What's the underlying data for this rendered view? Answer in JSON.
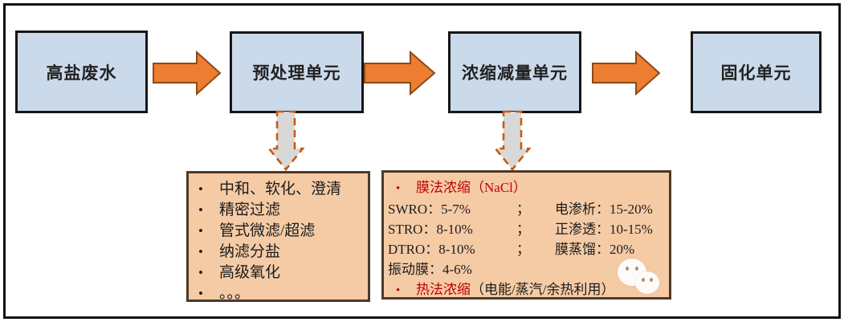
{
  "flow": {
    "boxes": [
      {
        "label": "高盐废水"
      },
      {
        "label": "预处理单元"
      },
      {
        "label": "浓缩减量单元"
      },
      {
        "label": "固化单元"
      }
    ]
  },
  "pretreatment_panel": {
    "bullet": "•",
    "items": [
      "中和、软化、澄清",
      "精密过滤",
      "管式微滤/超滤",
      "纳滤分盐",
      "高级氧化",
      "。。。"
    ]
  },
  "concentration_panel": {
    "bullet": "•",
    "membrane_title": "膜法浓缩（NaCl）",
    "rows": [
      {
        "left": "SWRO：5-7%",
        "sep": "；",
        "right": "电渗析：15-20%"
      },
      {
        "left": "STRO：8-10%",
        "sep": "；",
        "right": "正渗透：10-15%"
      },
      {
        "left": "DTRO：8-10%",
        "sep": "；",
        "right": "膜蒸馏：20%"
      }
    ],
    "vibration_row": "振动膜：4-6%",
    "thermal_title": "热法浓缩",
    "thermal_rest": "（电能/蒸汽/余热利用）"
  },
  "colors": {
    "flow_box_fill": "#cbdaea",
    "flow_box_border": "#161616",
    "arrow_orange": "#ed7d31",
    "arrow_orange_edge": "#8c4a17",
    "down_arrow_fill": "#d8d8d8",
    "down_arrow_dash": "#c95b12",
    "panel_fill": "#f5cba6",
    "panel_border": "#4c3a28",
    "red_text": "#c00000"
  }
}
